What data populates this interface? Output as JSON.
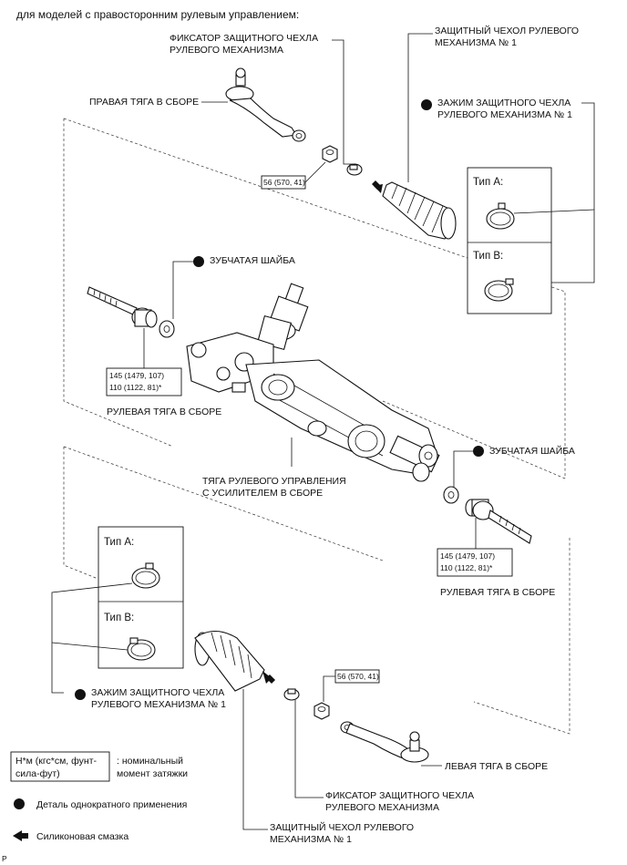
{
  "header": "для моделей с правосторонним рулевым управлением:",
  "labels": {
    "boot_clip_top": [
      "ФИКСАТОР ЗАЩИТНОГО ЧЕХЛА",
      "РУЛЕВОГО МЕХАНИЗМА"
    ],
    "boot_top": [
      "ЗАЩИТНЫЙ ЧЕХОЛ РУЛЕВОГО",
      "МЕХАНИЗМА № 1"
    ],
    "tie_end_right": "ПРАВАЯ ТЯГА В СБОРЕ",
    "clamp_top": [
      "ЗАЖИМ ЗАЩИТНОГО ЧЕХЛА",
      "РУЛЕВОГО МЕХАНИЗМА № 1"
    ],
    "washer_top": "ЗУБЧАТАЯ ШАЙБА",
    "rack_end_top": "РУЛЕВАЯ ТЯГА В СБОРЕ",
    "gear_assy": [
      "ТЯГА РУЛЕВОГО УПРАВЛЕНИЯ",
      "С УСИЛИТЕЛЕМ В СБОРЕ"
    ],
    "washer_bottom": "ЗУБЧАТАЯ ШАЙБА",
    "rack_end_bottom": "РУЛЕВАЯ ТЯГА В СБОРЕ",
    "clamp_bottom": [
      "ЗАЖИМ ЗАЩИТНОГО ЧЕХЛА",
      "РУЛЕВОГО МЕХАНИЗМА № 1"
    ],
    "tie_end_left": "ЛЕВАЯ ТЯГА В СБОРЕ",
    "boot_clip_bottom": [
      "ФИКСАТОР ЗАЩИТНОГО ЧЕХЛА",
      "РУЛЕВОГО МЕХАНИЗМА"
    ],
    "boot_bottom": [
      "ЗАЩИТНЫЙ ЧЕХОЛ РУЛЕВОГО",
      "МЕХАНИЗМА № 1"
    ]
  },
  "torques": {
    "nut_top": "56 (570, 41)",
    "rack_end_top": [
      "145 (1479, 107)",
      "110 (1122, 81)*"
    ],
    "rack_end_bottom": [
      "145 (1479, 107)",
      "110 (1122, 81)*"
    ],
    "nut_bottom": "56 (570, 41)"
  },
  "types": {
    "a": "Тип A:",
    "b": "Тип B:"
  },
  "legend": {
    "torque_box": [
      "Н*м (кгс*см, фунт-",
      "сила-фут)"
    ],
    "torque_desc": [
      ": номинальный",
      "момент затяжки"
    ],
    "non_reusable": "Деталь однократного применения",
    "grease": "Силиконовая смазка"
  },
  "footer_code": "P"
}
